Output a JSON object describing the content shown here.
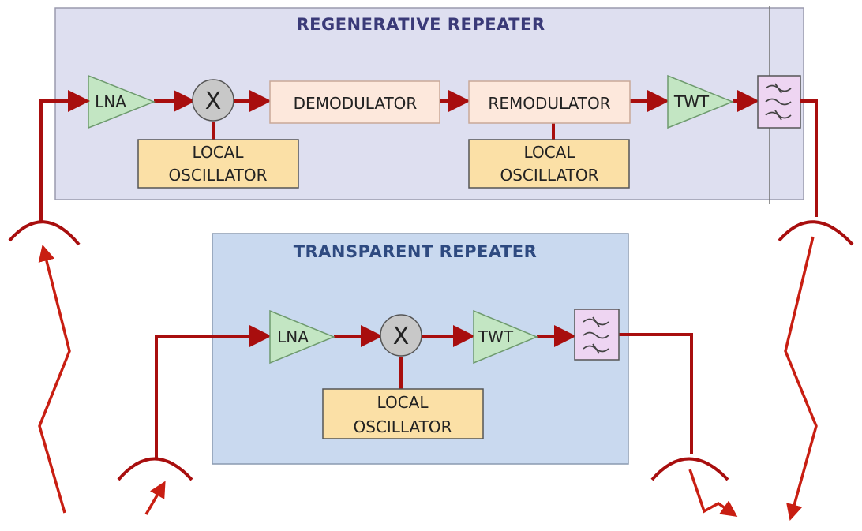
{
  "regenerative": {
    "title": "REGENERATIVE REPEATER",
    "lna": "LNA",
    "mixer": "X",
    "demodulator": "DEMODULATOR",
    "remodulator": "REMODULATOR",
    "twt": "TWT",
    "lo1": {
      "line1": "LOCAL",
      "line2": "OSCILLATOR"
    },
    "lo2": {
      "line1": "LOCAL",
      "line2": "OSCILLATOR"
    },
    "filter_icon": "bandpass-filter-icon"
  },
  "transparent": {
    "title": "TRANSPARENT REPEATER",
    "lna": "LNA",
    "mixer": "X",
    "twt": "TWT",
    "lo": {
      "line1": "LOCAL",
      "line2": "OSCILLATOR"
    },
    "filter_icon": "bandpass-filter-icon"
  },
  "colors": {
    "regenerative_panel": "#dedff0",
    "transparent_panel": "#c9d9ef",
    "title_regenerative": "#3a3a78",
    "title_transparent": "#2e4a80",
    "amplifier_fill": "#c3e6c3",
    "mixer_fill": "#c8c8c8",
    "oscillator_fill": "#fbe0a6",
    "modem_fill": "#fde8dc",
    "filter_fill": "#eed5f2",
    "signal_line": "#a80e0e",
    "radio_link": "#c81e12"
  }
}
